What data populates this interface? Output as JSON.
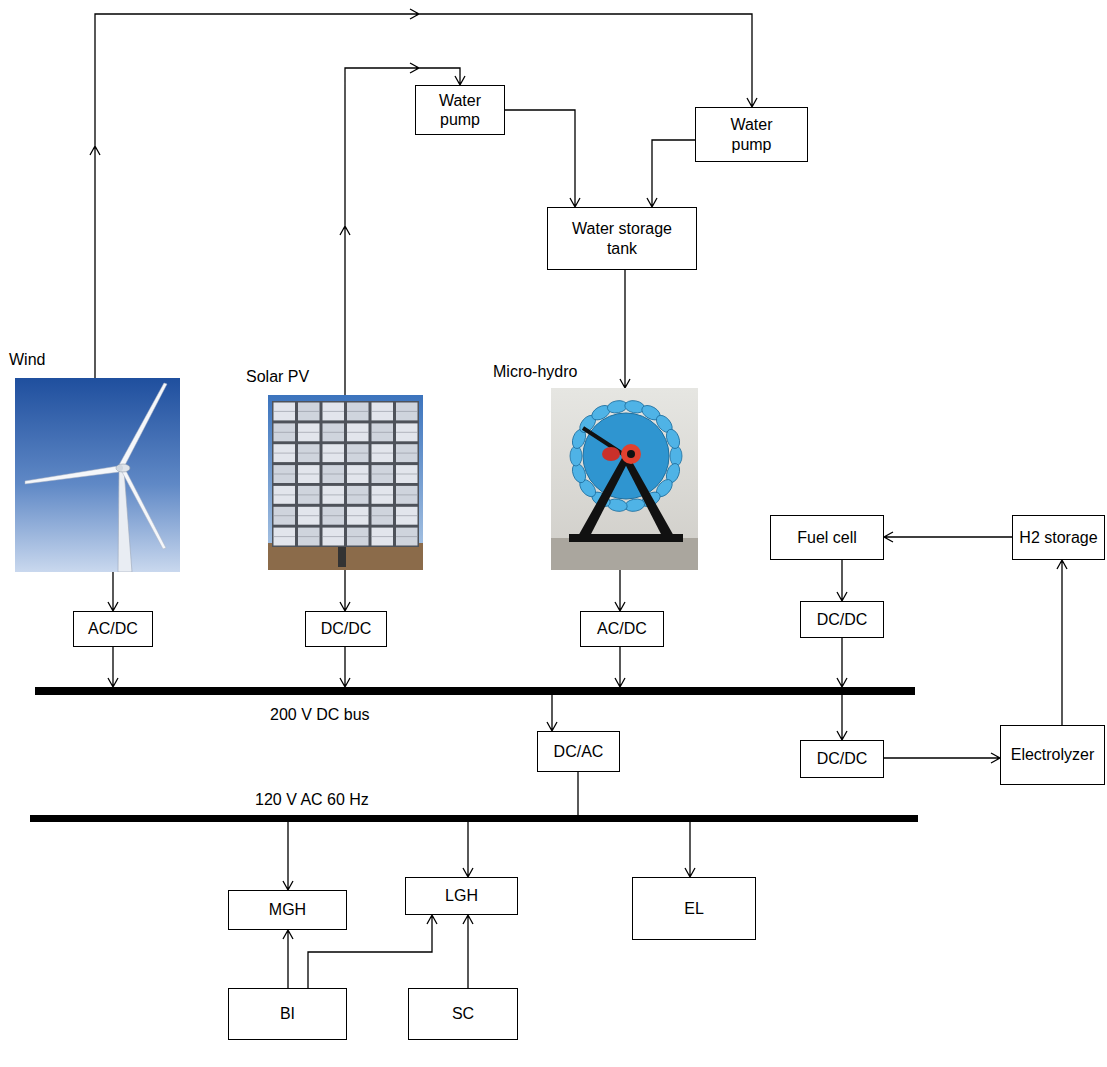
{
  "diagram": {
    "nodes": [
      {
        "text": [
          "Water pump"
        ]
      },
      {
        "text": [
          "Water pump"
        ]
      },
      {
        "text": [
          "Water storage tank"
        ]
      },
      {
        "text": [
          "Wind"
        ]
      },
      {
        "text": [
          "Solar PV"
        ]
      },
      {
        "text": [
          "Micro-hydro"
        ]
      },
      {
        "text": [
          "Fuel cell"
        ]
      },
      {
        "text": [
          "H2 storage"
        ]
      },
      {
        "text": [
          "AC/DC"
        ]
      },
      {
        "text": [
          "DC/DC"
        ]
      },
      {
        "text": [
          "AC/DC"
        ]
      },
      {
        "text": [
          "DC/DC"
        ]
      },
      {
        "text": [
          "200 V DC bus"
        ]
      },
      {
        "text": [
          "DC/AC"
        ]
      },
      {
        "text": [
          "DC/DC"
        ]
      },
      {
        "text": [
          "Electrolyzer"
        ]
      },
      {
        "text": [
          "120 V AC 60 Hz"
        ]
      },
      {
        "text": [
          "MGH"
        ]
      },
      {
        "text": [
          "LGH"
        ]
      },
      {
        "text": [
          "EL"
        ]
      },
      {
        "text": [
          "BI"
        ]
      },
      {
        "text": [
          "SC"
        ]
      }
    ],
    "edges": [
      {
        "from": 3,
        "to": 1,
        "arrow": "to"
      },
      {
        "from": 4,
        "to": 0,
        "arrow": "to"
      },
      {
        "from": 0,
        "to": 2,
        "arrow": "to"
      },
      {
        "from": 1,
        "to": 2,
        "arrow": "to"
      },
      {
        "from": 2,
        "to": 5,
        "arrow": "to"
      },
      {
        "from": 3,
        "to": 8,
        "arrow": "to"
      },
      {
        "from": 8,
        "to": 12,
        "arrow": "to"
      },
      {
        "from": 4,
        "to": 9,
        "arrow": "to"
      },
      {
        "from": 9,
        "to": 12,
        "arrow": "to"
      },
      {
        "from": 5,
        "to": 10,
        "arrow": "to"
      },
      {
        "from": 10,
        "to": 12,
        "arrow": "to"
      },
      {
        "from": 7,
        "to": 6,
        "arrow": "to"
      },
      {
        "from": 6,
        "to": 11,
        "arrow": "to"
      },
      {
        "from": 11,
        "to": 12,
        "arrow": "to"
      },
      {
        "from": 12,
        "to": 14,
        "arrow": "to"
      },
      {
        "from": 14,
        "to": 15,
        "arrow": "to"
      },
      {
        "from": 15,
        "to": 7,
        "arrow": "to"
      },
      {
        "from": 12,
        "to": 13,
        "arrow": "to"
      },
      {
        "from": 13,
        "to": 16,
        "arrow": "none"
      },
      {
        "from": 16,
        "to": 17,
        "arrow": "to"
      },
      {
        "from": 16,
        "to": 18,
        "arrow": "to"
      },
      {
        "from": 16,
        "to": 19,
        "arrow": "to"
      },
      {
        "from": 20,
        "to": 17,
        "arrow": "to"
      },
      {
        "from": 20,
        "to": 18,
        "arrow": "to"
      },
      {
        "from": 21,
        "to": 18,
        "arrow": "to"
      }
    ]
  }
}
